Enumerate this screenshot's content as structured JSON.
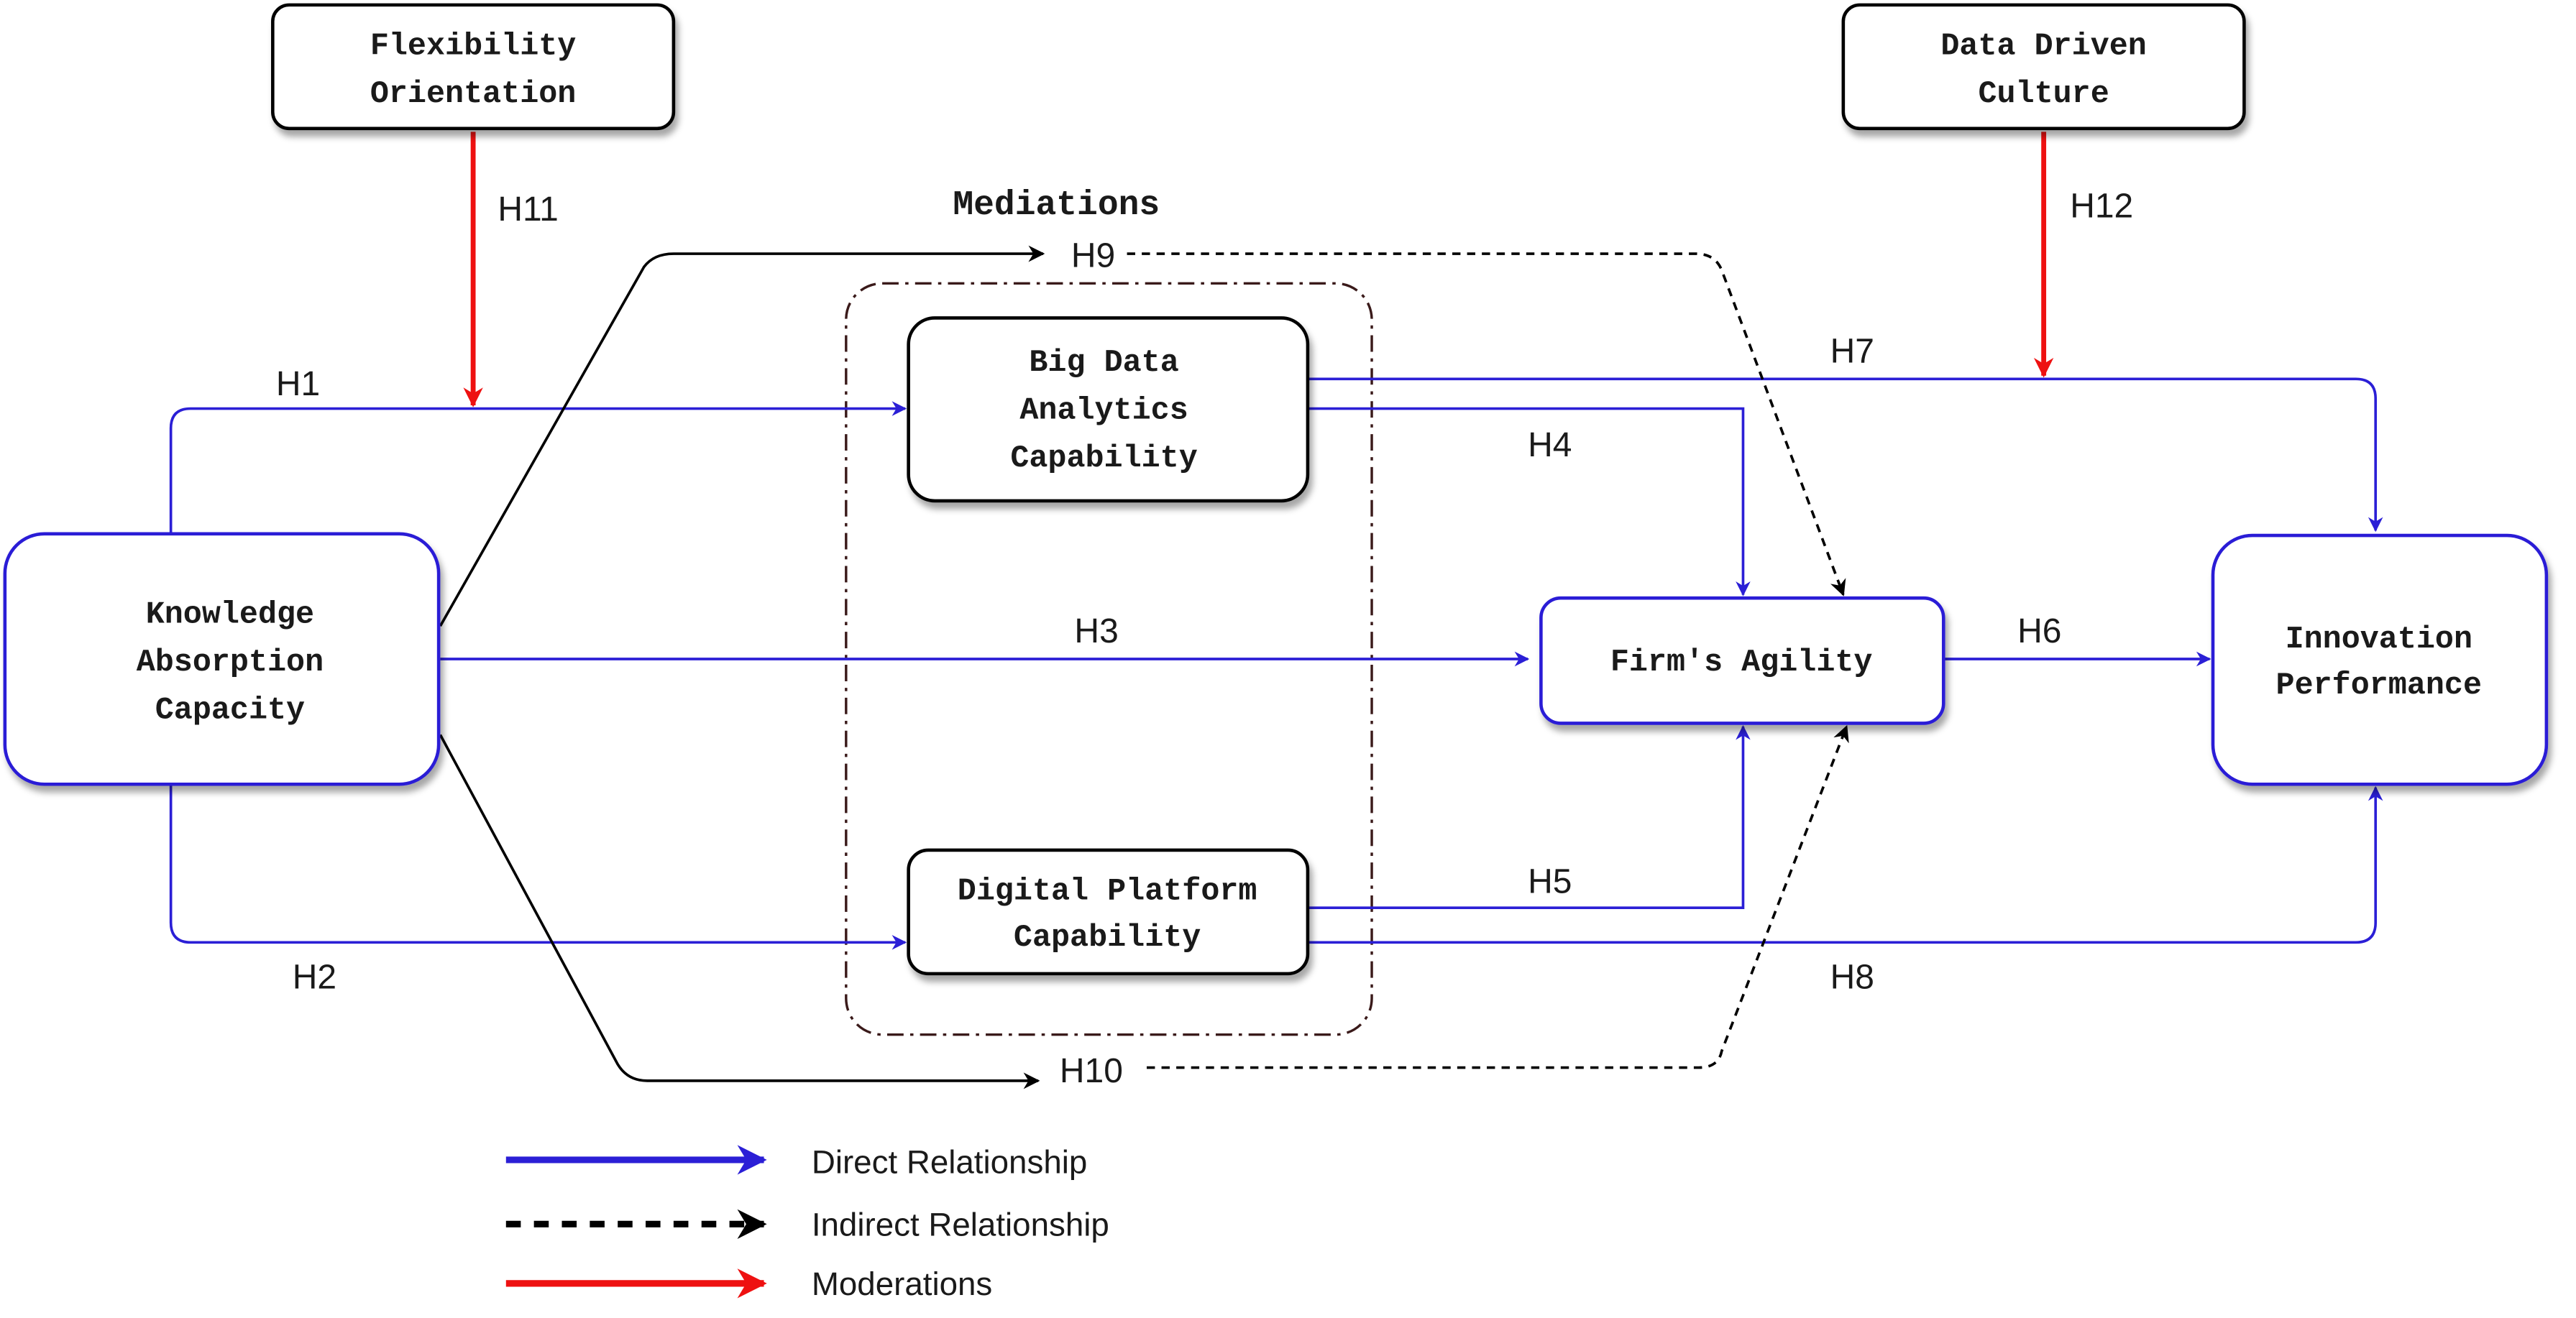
{
  "colors": {
    "direct": "#2b1fd6",
    "indirect": "#000000",
    "moderation": "#ee1111"
  },
  "nodes": {
    "flexibility": [
      "Flexibility",
      "Orientation"
    ],
    "data_culture": [
      "Data Driven",
      "Culture"
    ],
    "knowledge": [
      "Knowledge",
      "Absorption",
      "Capacity"
    ],
    "big_data": [
      "Big Data",
      "Analytics",
      "Capability"
    ],
    "digital_platform": [
      "Digital Platform",
      "Capability"
    ],
    "agility": [
      "Firm's Agility"
    ],
    "innovation": [
      "Innovation",
      "Performance"
    ]
  },
  "group_title": "Mediations",
  "hypotheses": {
    "h1": "H1",
    "h2": "H2",
    "h3": "H3",
    "h4": "H4",
    "h5": "H5",
    "h6": "H6",
    "h7": "H7",
    "h8": "H8",
    "h9": "H9",
    "h10": "H10",
    "h11": "H11",
    "h12": "H12"
  },
  "legend": [
    {
      "type": "direct",
      "label": "Direct Relationship"
    },
    {
      "type": "indirect",
      "label": "Indirect Relationship"
    },
    {
      "type": "moderation",
      "label": "Moderations"
    }
  ]
}
